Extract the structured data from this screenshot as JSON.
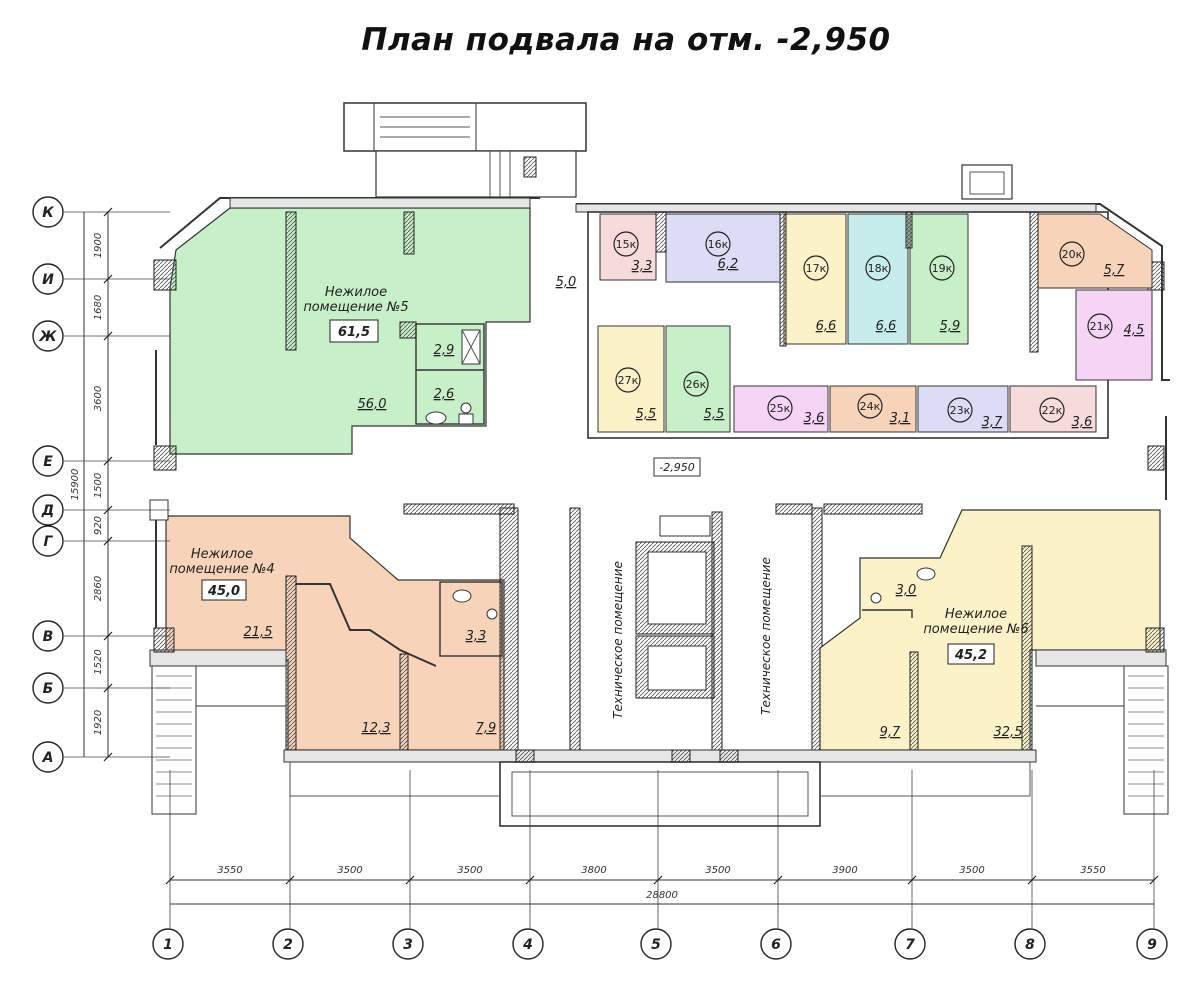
{
  "title": "План подвала на отм. -2,950",
  "level_mark": "-2,950",
  "corridor_area": "5,0",
  "rooms": {
    "r5": {
      "name_line1": "Нежилое",
      "name_line2": "помещение №5",
      "total": "61,5",
      "main_area": "56,0",
      "wc1": "2,9",
      "wc2": "2,6",
      "fill": "#c8f0c8"
    },
    "r4": {
      "name_line1": "Нежилое",
      "name_line2": "помещение №4",
      "total": "45,0",
      "a1": "21,5",
      "a2": "12,3",
      "a3": "7,9",
      "a4": "3,3",
      "fill": "#f7d4b9"
    },
    "r6": {
      "name_line1": "Нежилое",
      "name_line2": "помещение №6",
      "total": "45,2",
      "a1": "3,0",
      "a2": "9,7",
      "a3": "32,5",
      "fill": "#fbf2c8"
    }
  },
  "storage": [
    {
      "id": "15к",
      "area": "3,3",
      "fill": "#f7dada"
    },
    {
      "id": "16к",
      "area": "6,2",
      "fill": "#dcdcf6"
    },
    {
      "id": "17к",
      "area": "6,6",
      "fill": "#fbf2c8"
    },
    {
      "id": "18к",
      "area": "6,6",
      "fill": "#c6ecec"
    },
    {
      "id": "19к",
      "area": "5,9",
      "fill": "#c8f0c8"
    },
    {
      "id": "20к",
      "area": "5,7",
      "fill": "#f7d4b9"
    },
    {
      "id": "21к",
      "area": "4,5",
      "fill": "#f6d4f6"
    },
    {
      "id": "22к",
      "area": "3,6",
      "fill": "#f7dada"
    },
    {
      "id": "23к",
      "area": "3,7",
      "fill": "#dcdcf6"
    },
    {
      "id": "24к",
      "area": "3,1",
      "fill": "#f7d4b9"
    },
    {
      "id": "25к",
      "area": "3,6",
      "fill": "#f6d4f6"
    },
    {
      "id": "26к",
      "area": "5,5",
      "fill": "#c8f0c8"
    },
    {
      "id": "27к",
      "area": "5,5",
      "fill": "#fbf2c8"
    }
  ],
  "tech_room_label": "Техническое помещение",
  "row_axes": [
    "К",
    "И",
    "Ж",
    "Е",
    "Д",
    "Г",
    "В",
    "Б",
    "А"
  ],
  "row_dims": [
    "1900",
    "1680",
    "3600",
    "1500",
    "920",
    "2860",
    "1520",
    "1920"
  ],
  "row_total": "15900",
  "col_axes": [
    "1",
    "2",
    "3",
    "4",
    "5",
    "6",
    "7",
    "8",
    "9"
  ],
  "col_dims": [
    "3550",
    "3500",
    "3500",
    "3800",
    "3500",
    "3900",
    "3500",
    "3550"
  ],
  "col_total": "28800"
}
